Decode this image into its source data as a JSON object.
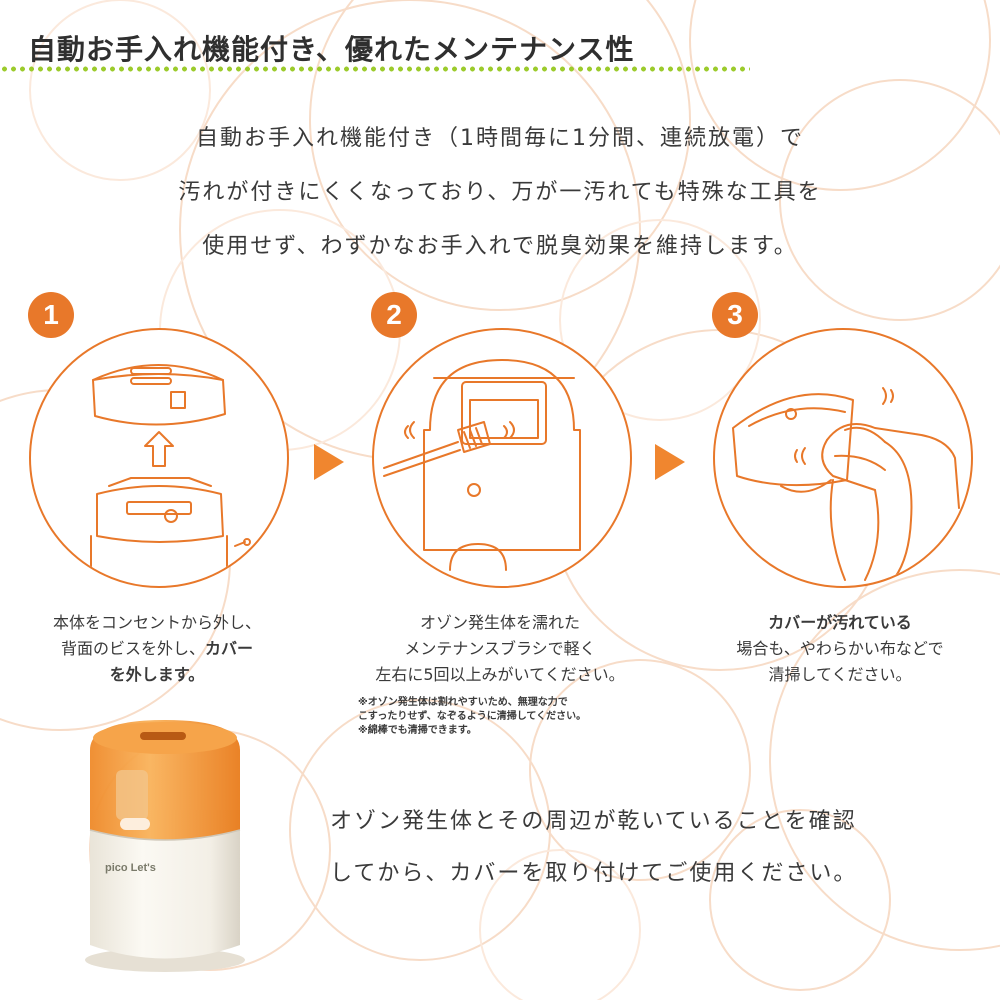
{
  "heading": "自動お手入れ機能付き、優れたメンテナンス性",
  "intro_lines": [
    "自動お手入れ機能付き（1時間毎に1分間、連続放電）で",
    "汚れが付きにくくなっており、万が一汚れても特殊な工具を",
    "使用せず、わずかなお手入れで脱臭効果を維持します。"
  ],
  "steps": [
    {
      "number": "1",
      "caption_lines": [
        {
          "plain": "本体をコンセントから外し、",
          "bold": ""
        },
        {
          "plain": "背面のビスを外し、",
          "bold": "カバー"
        },
        {
          "plain": "",
          "bold": "を外します。"
        }
      ]
    },
    {
      "number": "2",
      "caption_lines": [
        {
          "plain": "オゾン発生体を濡れた",
          "bold": ""
        },
        {
          "plain": "メンテナンスブラシで軽く",
          "bold": ""
        },
        {
          "plain": "左右に5回以上みがいてください。",
          "bold": ""
        }
      ],
      "notes": [
        "※オゾン発生体は割れやすいため、無理な力で",
        "こすったりせず、なぞるように清掃してください。",
        "※綿棒でも清掃できます。"
      ]
    },
    {
      "number": "3",
      "caption_lines": [
        {
          "plain": "",
          "bold": "カバーが汚れている"
        },
        {
          "plain": "場合も、やわらかい布などで",
          "bold": ""
        },
        {
          "plain": "清掃してください。",
          "bold": ""
        }
      ]
    }
  ],
  "product_label": "pico Let's",
  "final_lines": [
    "オゾン発生体とその周辺が乾いていることを確認",
    "してから、カバーを取り付けてご使用ください。"
  ],
  "colors": {
    "accent_orange": "#e8782a",
    "dot_green": "#9ccb2c",
    "line_art": "#e8782a",
    "bg_circle": "#f6d9c4"
  }
}
